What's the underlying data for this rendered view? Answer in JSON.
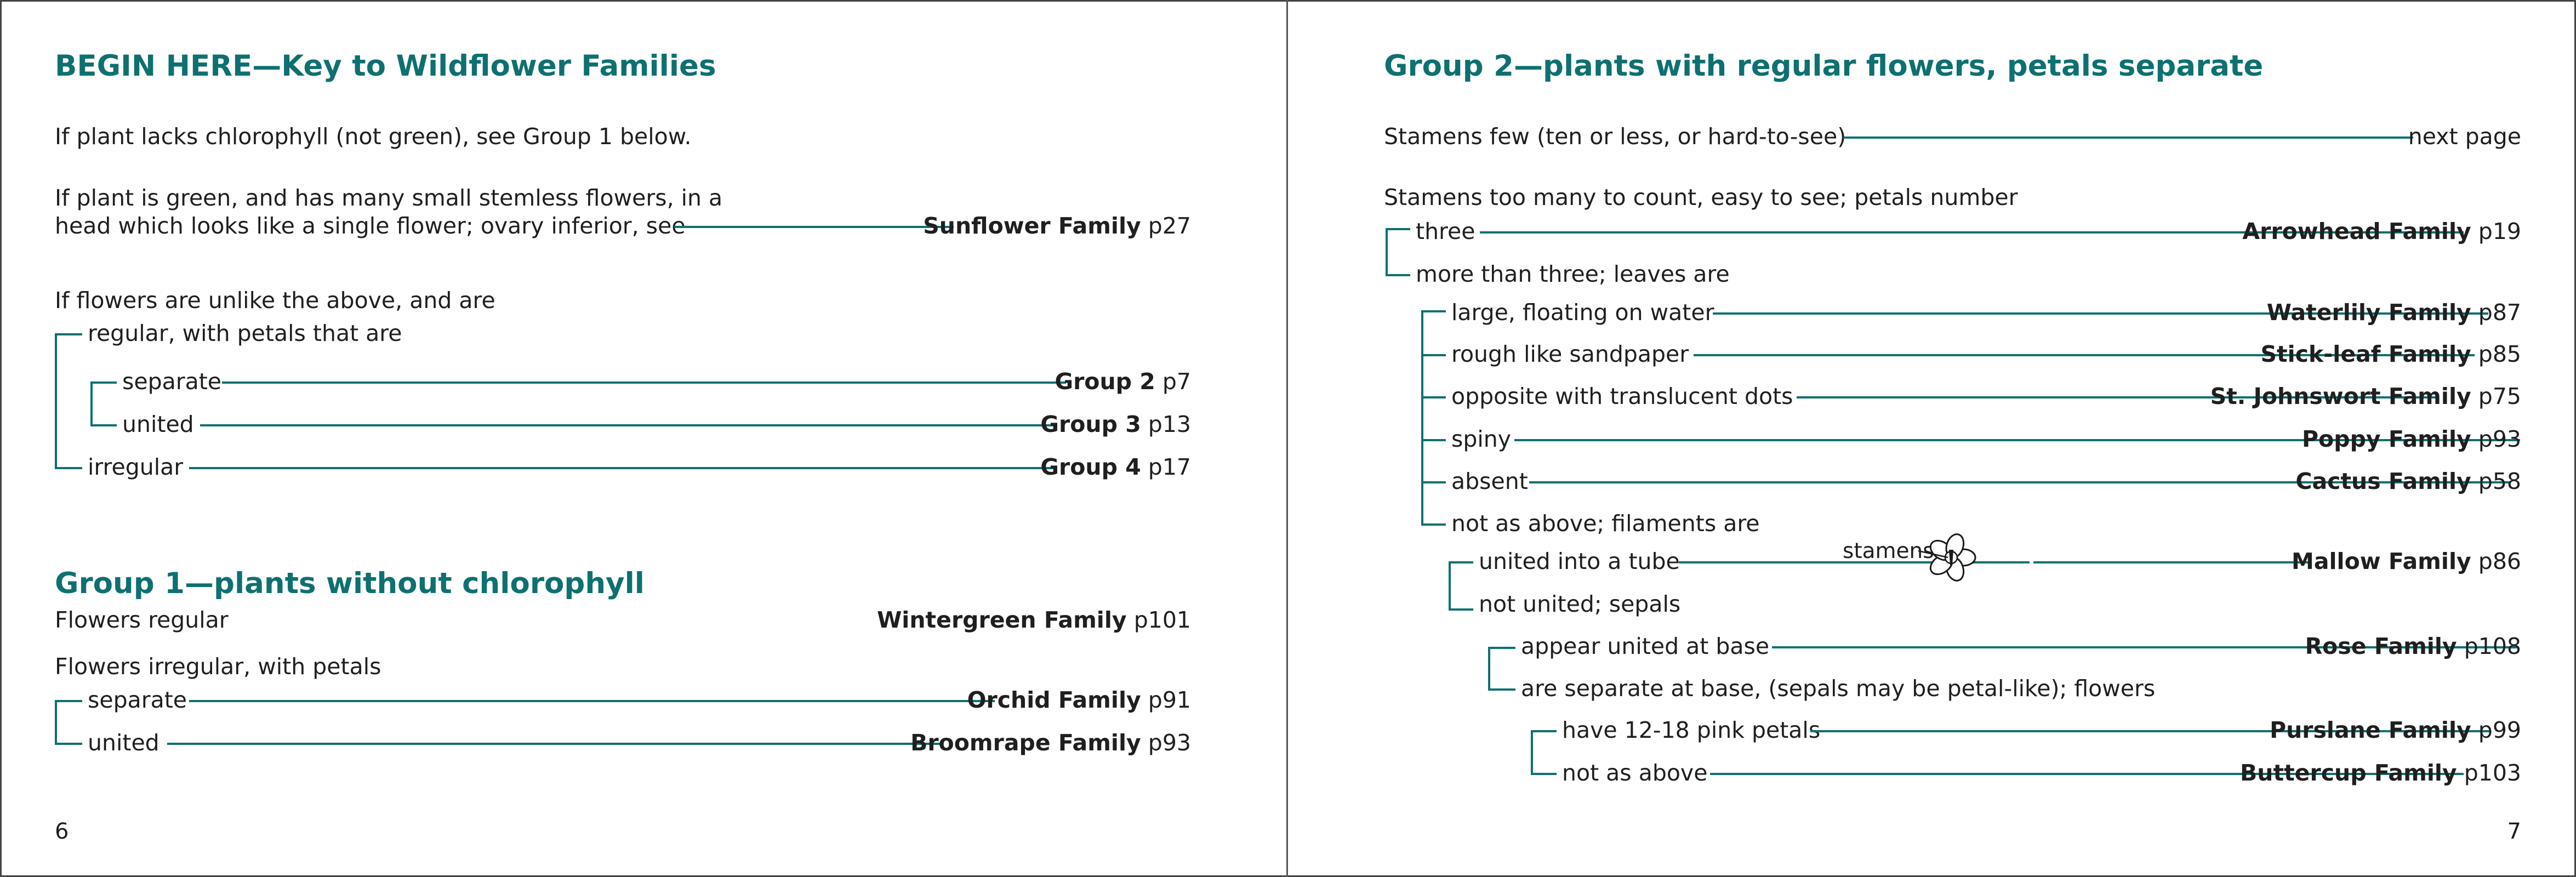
{
  "left_page": {
    "title": "BEGIN HERE—Key to Wildflower Families",
    "line_chlorophyll": "If plant lacks chlorophyll (not green), see Group 1 below.",
    "line_green_1": "If plant is green, and has many small stemless flowers, in a",
    "line_green_2": "head which looks like a single flower; ovary inferior, see",
    "sunflower": {
      "name": "Sunflower Family",
      "page": "p27"
    },
    "line_unlike": "If flowers are unlike the above, and are",
    "regular": "regular, with petals that are",
    "separate": {
      "label": "separate",
      "name": "Group 2",
      "page": "p7"
    },
    "united": {
      "label": "united",
      "name": "Group 3",
      "page": "p13"
    },
    "irregular": {
      "label": "irregular",
      "name": "Group 4",
      "page": "p17"
    },
    "group1_title": "Group 1—plants without chlorophyll",
    "flowers_regular": {
      "label": "Flowers regular",
      "name": "Wintergreen Family",
      "page": "p101"
    },
    "flowers_irregular": "Flowers irregular, with petals",
    "g1_separate": {
      "label": "separate",
      "name": "Orchid Family",
      "page": "p91"
    },
    "g1_united": {
      "label": "united",
      "name": "Broomrape Family",
      "page": "p93"
    },
    "page_number": "6"
  },
  "right_page": {
    "title": "Group 2—plants with regular flowers, petals separate",
    "stamens_few": {
      "label": "Stamens few (ten or less, or hard-to-see)",
      "target": "next page"
    },
    "stamens_many": "Stamens too many to count, easy to see; petals number",
    "three": {
      "label": "three",
      "name": "Arrowhead Family",
      "page": "p19"
    },
    "more_than_three": "more than three; leaves are",
    "large": {
      "label": "large, floating on water",
      "name": "Waterlily Family",
      "page": "p87"
    },
    "rough": {
      "label": "rough like sandpaper",
      "name": "Stick-leaf Family",
      "page": "p85"
    },
    "opposite": {
      "label": "opposite with translucent dots",
      "name": "St. Johnswort Family",
      "page": "p75"
    },
    "spiny": {
      "label": "spiny",
      "name": "Poppy Family",
      "page": "p93"
    },
    "absent": {
      "label": "absent",
      "name": "Cactus Family",
      "page": "p58"
    },
    "not_as_above": "not as above; filaments are",
    "united_tube": {
      "label": "united into a tube",
      "name": "Mallow Family",
      "page": "p86"
    },
    "stamens_callout": "stamens",
    "not_united": "not united; sepals",
    "appear_united": {
      "label": "appear united at base",
      "name": "Rose Family",
      "page": "p108"
    },
    "are_separate": "are separate at base, (sepals may be petal-like); flowers",
    "pink_petals": {
      "label": "have 12-18 pink petals",
      "name": "Purslane Family",
      "page": "p99"
    },
    "not_as_above_2": {
      "label": "not as above",
      "name": "Buttercup Family",
      "page": "p103"
    },
    "page_number": "7"
  },
  "colors": {
    "accent": "#0e7070",
    "text": "#1f1f1f",
    "border": "#444444"
  },
  "icons": {
    "flower": "mallow-flower-icon"
  }
}
